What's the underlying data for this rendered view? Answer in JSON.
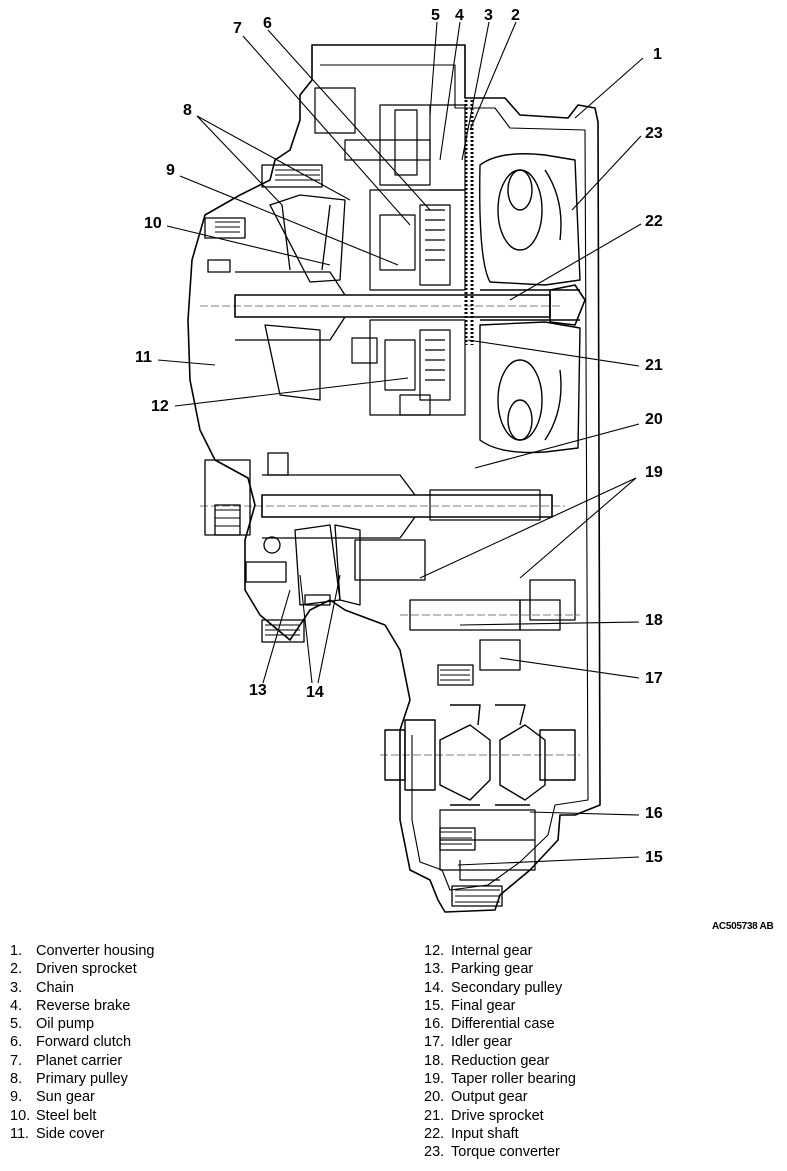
{
  "callouts": {
    "c1": "1",
    "c2": "2",
    "c3": "3",
    "c4": "4",
    "c5": "5",
    "c6": "6",
    "c7": "7",
    "c8": "8",
    "c9": "9",
    "c10": "10",
    "c11": "11",
    "c12": "12",
    "c13": "13",
    "c14": "14",
    "c15": "15",
    "c16": "16",
    "c17": "17",
    "c18": "18",
    "c19": "19",
    "c20": "20",
    "c21": "21",
    "c22": "22",
    "c23": "23"
  },
  "figure_code": "AC505738 AB",
  "legend_left": [
    {
      "num": "1.",
      "label": "Converter housing"
    },
    {
      "num": "2.",
      "label": "Driven sprocket"
    },
    {
      "num": "3.",
      "label": "Chain"
    },
    {
      "num": "4.",
      "label": "Reverse brake"
    },
    {
      "num": "5.",
      "label": "Oil pump"
    },
    {
      "num": "6.",
      "label": "Forward clutch"
    },
    {
      "num": "7.",
      "label": "Planet carrier"
    },
    {
      "num": "8.",
      "label": "Primary pulley"
    },
    {
      "num": "9.",
      "label": "Sun gear"
    },
    {
      "num": "10.",
      "label": "Steel belt"
    },
    {
      "num": "11.",
      "label": "Side cover"
    }
  ],
  "legend_right": [
    {
      "num": "12.",
      "label": "Internal gear"
    },
    {
      "num": "13.",
      "label": "Parking gear"
    },
    {
      "num": "14.",
      "label": "Secondary pulley"
    },
    {
      "num": "15.",
      "label": "Final gear"
    },
    {
      "num": "16.",
      "label": "Differential case"
    },
    {
      "num": "17.",
      "label": "Idler gear"
    },
    {
      "num": "18.",
      "label": "Reduction gear"
    },
    {
      "num": "19.",
      "label": "Taper roller bearing"
    },
    {
      "num": "20.",
      "label": "Output gear"
    },
    {
      "num": "21.",
      "label": "Drive sprocket"
    },
    {
      "num": "22.",
      "label": "Input shaft"
    },
    {
      "num": "23.",
      "label": "Torque converter"
    }
  ]
}
